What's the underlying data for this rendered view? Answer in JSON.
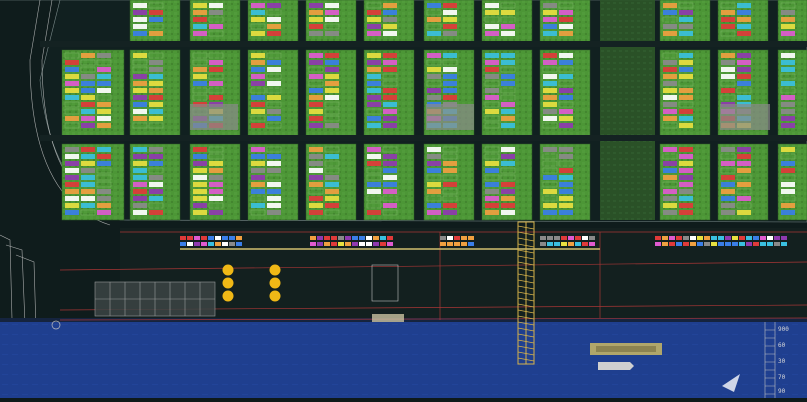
{
  "title": "",
  "colors": {
    "background": "#0e1a1a",
    "yard_green": "#4f9a38",
    "yard_green_dark": "#2f5c2a",
    "road": "#142222",
    "water": "#1f3f8f",
    "berth_line": "#c23a3a",
    "crane_yellow": "#f0b816",
    "gantry_yellow": "#d6b24a",
    "vessel": "#b0a66a"
  },
  "container_palette": [
    "#e03a3a",
    "#f0a040",
    "#3a7ee8",
    "#8f3ab0",
    "#e8e040",
    "#ffffff",
    "#3ac0e0",
    "#e05ad0",
    "#8a8a8a"
  ],
  "scale_bar": [
    "900",
    "60",
    "30",
    "70",
    "90"
  ]
}
